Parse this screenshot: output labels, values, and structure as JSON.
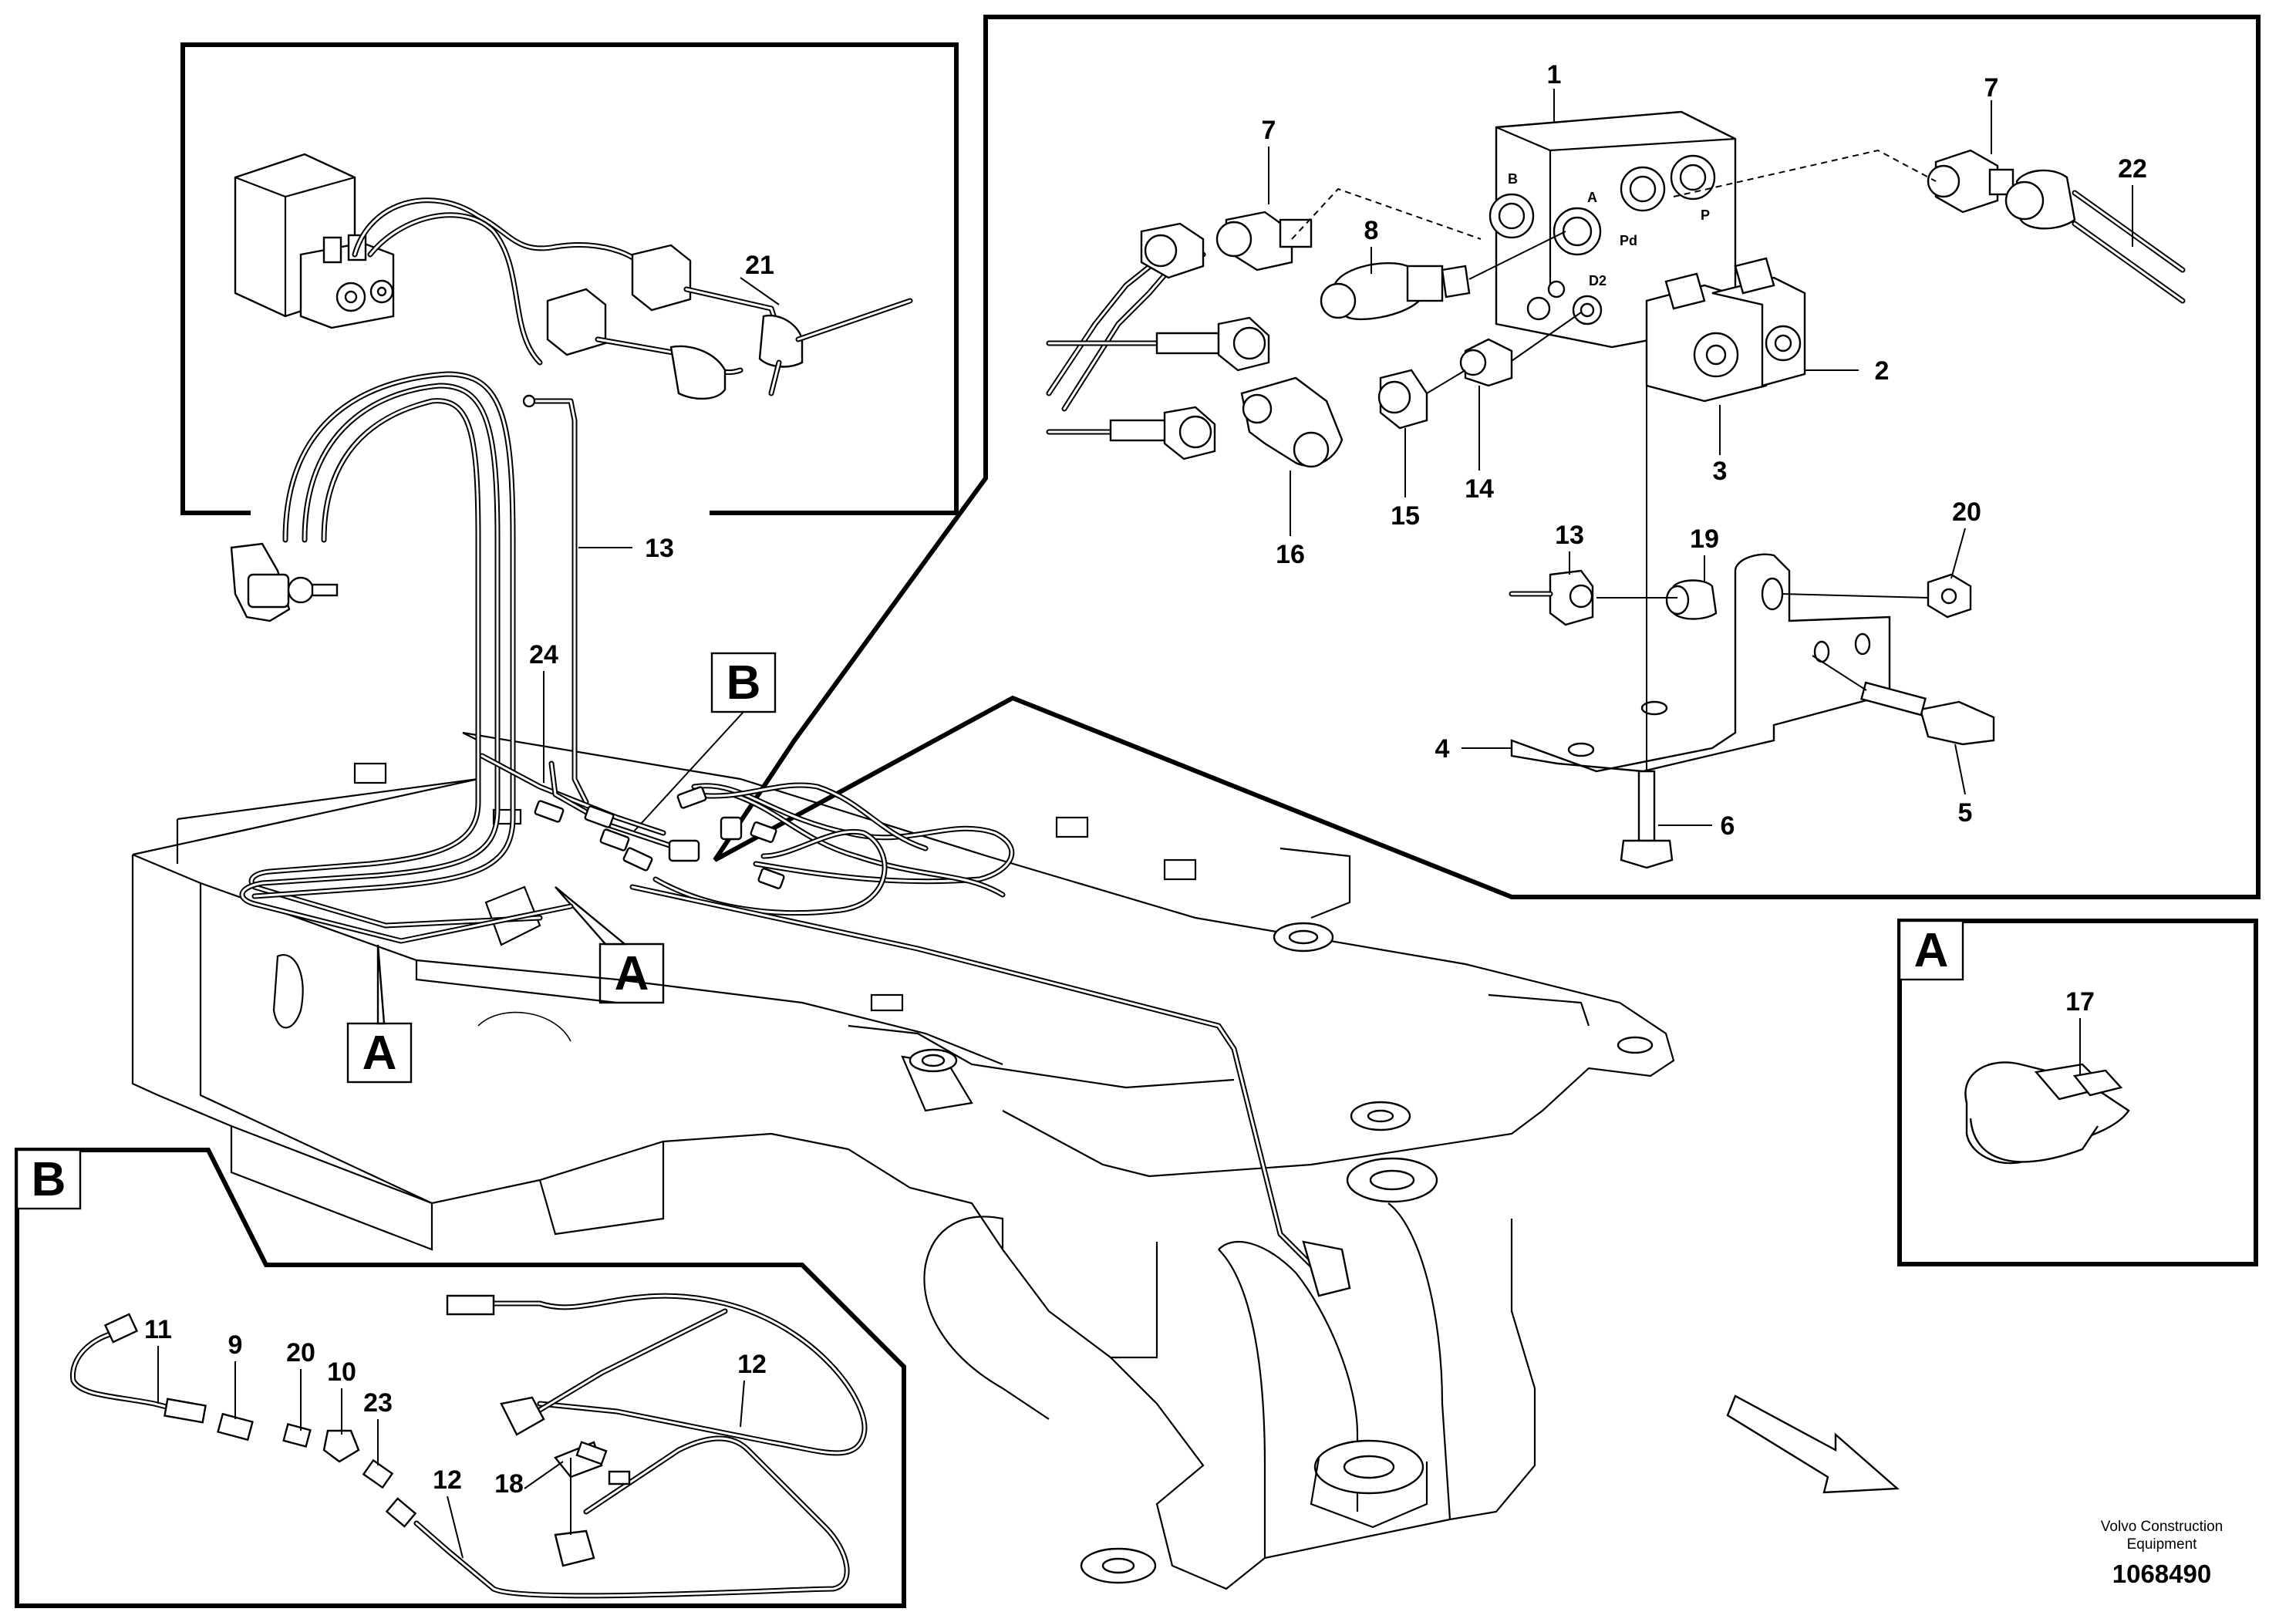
{
  "diagram": {
    "callout_letters": {
      "a": "A",
      "b": "B"
    },
    "part_labels": {
      "p1": "1",
      "p2": "2",
      "p3": "3",
      "p4": "4",
      "p5": "5",
      "p6": "6",
      "p7": "7",
      "p8": "8",
      "p9": "9",
      "p10": "10",
      "p11": "11",
      "p12": "12",
      "p13": "13",
      "p14": "14",
      "p15": "15",
      "p16": "16",
      "p17": "17",
      "p18": "18",
      "p19": "19",
      "p20": "20",
      "p21": "21",
      "p22": "22",
      "p23": "23",
      "p24": "24"
    },
    "port_labels": {
      "b": "B",
      "a": "A",
      "pd": "Pd",
      "p": "P",
      "d2": "D2"
    },
    "credit_line1": "Volvo Construction",
    "credit_line2": "Equipment",
    "document_number": "1068490"
  }
}
